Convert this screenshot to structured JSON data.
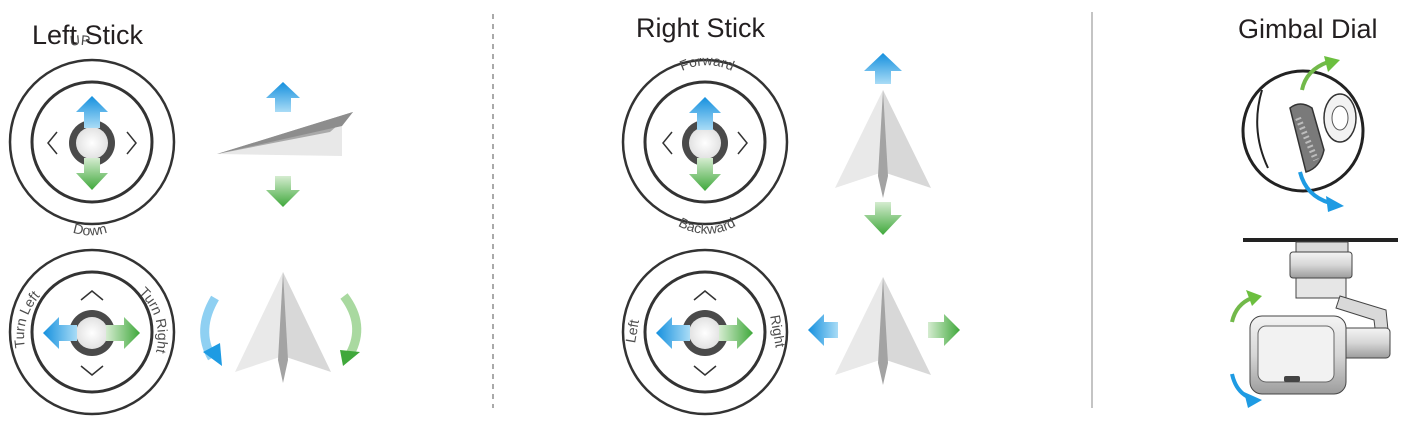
{
  "sections": {
    "left_stick": {
      "title": "Left Stick"
    },
    "right_stick": {
      "title": "Right Stick"
    },
    "gimbal_dial": {
      "title": "Gimbal Dial"
    }
  },
  "labels": {
    "up": "UP",
    "down": "Down",
    "turn_left": "Turn Left",
    "turn_right": "Turn Right",
    "forward": "Forward",
    "backward": "Backward",
    "left": "Left",
    "right": "Right"
  },
  "colors": {
    "blue": "#1ea0e6",
    "green": "#4cb848",
    "ring": "#3a3a3a",
    "plane_light": "#e6e6e6",
    "plane_dark": "#a8a8a8"
  }
}
